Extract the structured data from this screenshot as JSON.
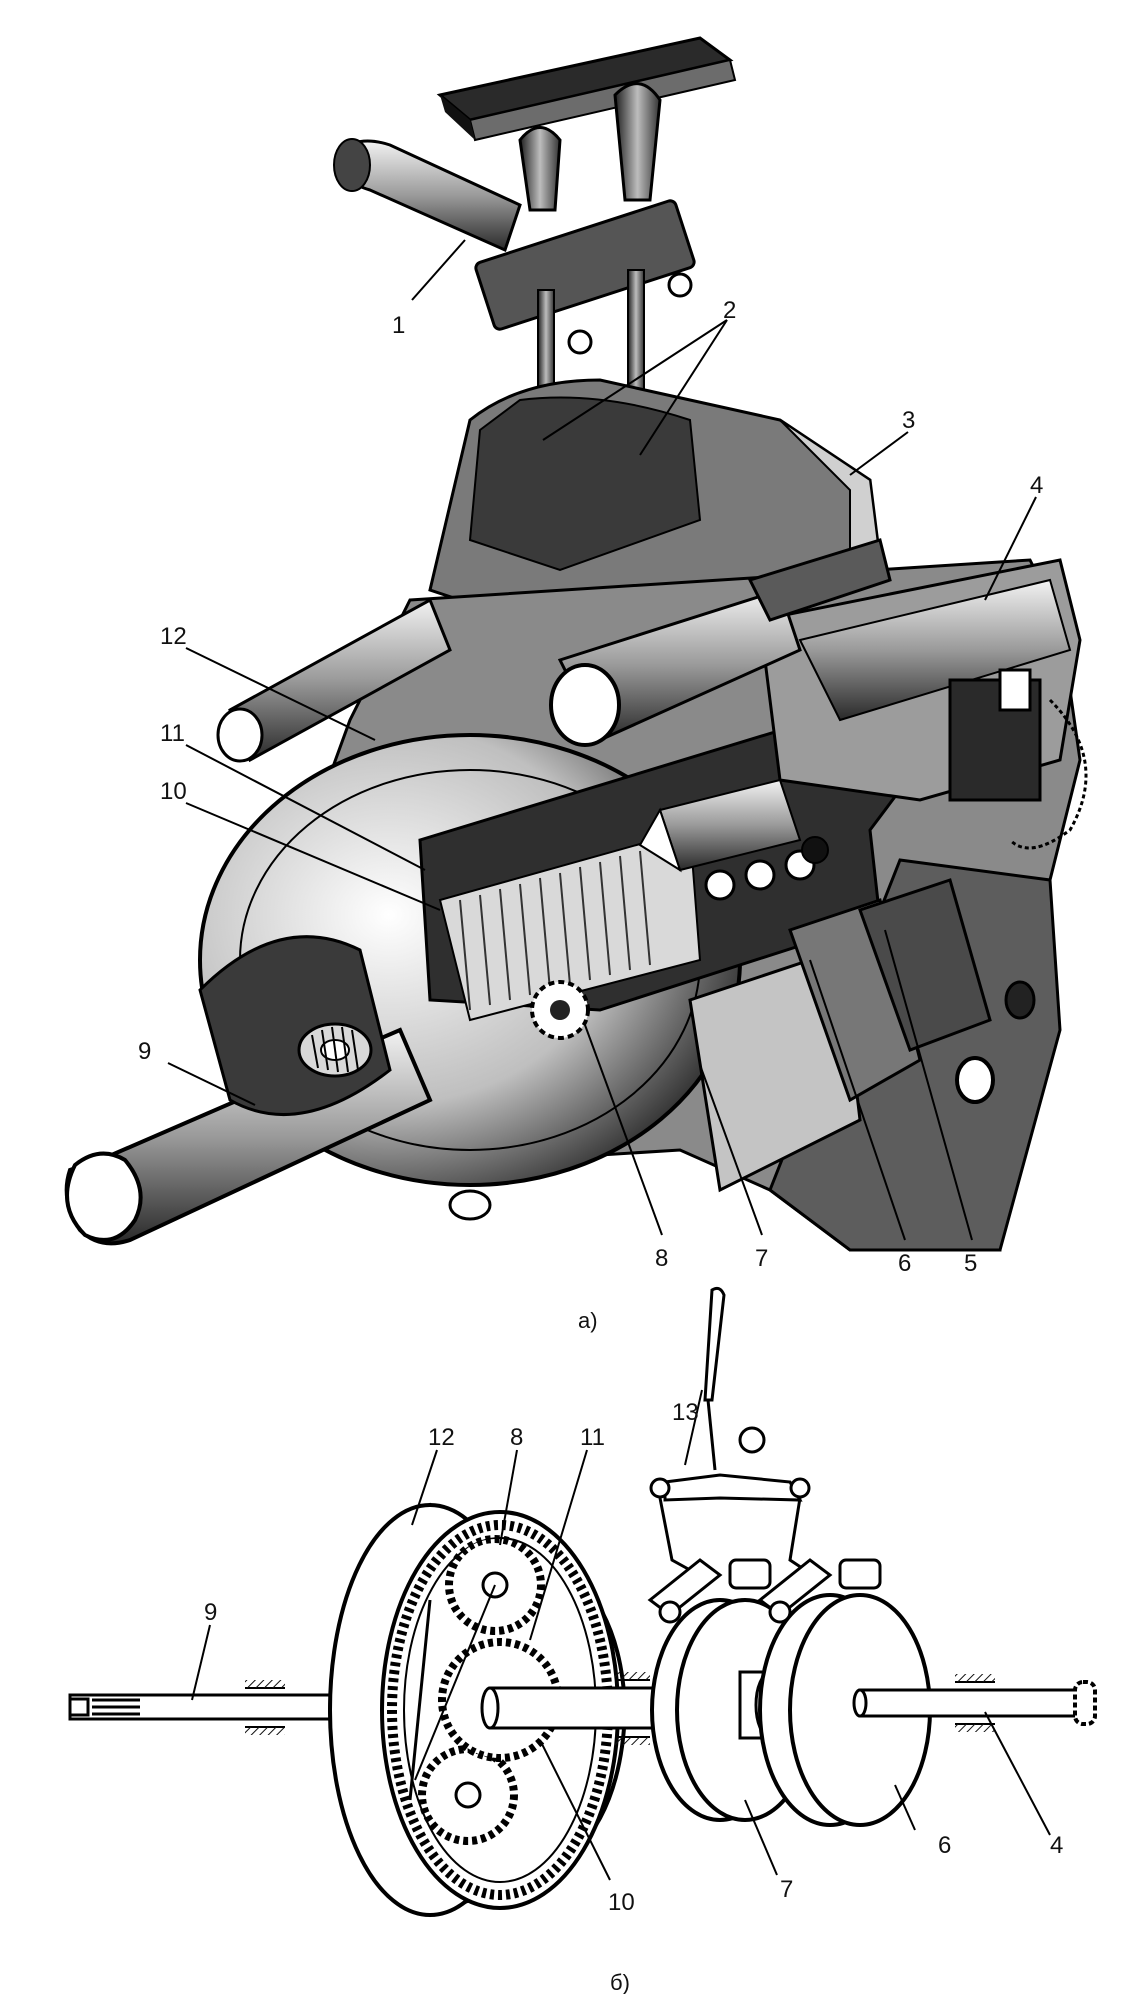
{
  "figure_a": {
    "caption": "а)",
    "labels": {
      "l1": "1",
      "l2": "2",
      "l3": "3",
      "l4": "4",
      "l5": "5",
      "l6": "6",
      "l7": "7",
      "l8": "8",
      "l9": "9",
      "l10": "10",
      "l11": "11",
      "l12": "12"
    }
  },
  "figure_b": {
    "caption": "б)",
    "labels": {
      "l13": "13",
      "l12": "12",
      "l8": "8",
      "l11": "11",
      "l9": "9",
      "l10": "10",
      "l7": "7",
      "l6": "6",
      "l4": "4"
    }
  }
}
